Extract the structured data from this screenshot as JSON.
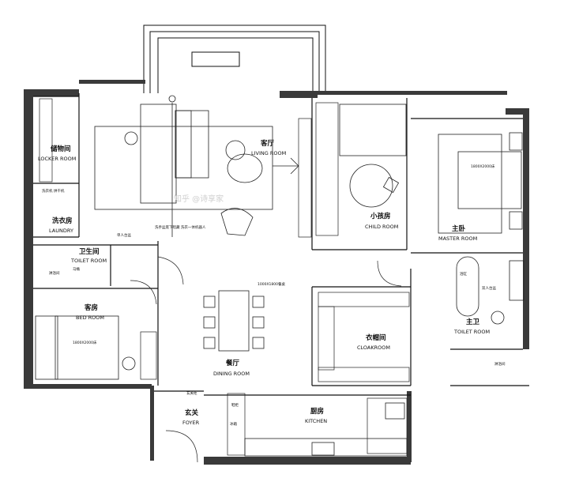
{
  "rooms": {
    "living": {
      "cn": "客厅",
      "en": "LIVING ROOM"
    },
    "locker": {
      "cn": "储物间",
      "en": "LOCKER ROOM"
    },
    "laundry": {
      "cn": "洗衣房",
      "en": "LAUNDRY"
    },
    "toilet": {
      "cn": "卫生间",
      "en": "TOILET ROOM"
    },
    "bed": {
      "cn": "客房",
      "en": "BED ROOM"
    },
    "dining": {
      "cn": "餐厅",
      "en": "DINING ROOM"
    },
    "foyer": {
      "cn": "玄关",
      "en": "FOYER"
    },
    "kitchen": {
      "cn": "厨房",
      "en": "KITCHEN"
    },
    "cloak": {
      "cn": "衣帽间",
      "en": "CLOAKROOM"
    },
    "child": {
      "cn": "小孩房",
      "en": "CHILD ROOM"
    },
    "master": {
      "cn": "主卧",
      "en": "MASTER ROOM"
    },
    "mtoilet": {
      "cn": "主卫",
      "en": "TOILET ROOM"
    }
  },
  "notes": {
    "washer_dryer": "洗衣机\n烘干机",
    "single_basin": "单人台盆",
    "basin_under": "洗手盆底下暗藏\n洗衣一体机器人",
    "shower": "淋浴间",
    "toilet_item": "马桶",
    "bed_guest": "1800X2000床",
    "bed_master": "1800X2000床",
    "dining_table": "1000X1800餐桌",
    "shoe_cabinet": "鞋柜",
    "cabinet": "玄关柜",
    "bathtub": "浴缸",
    "double_basin": "双人台盆",
    "mshower": "淋浴间",
    "fridge": "冰箱"
  },
  "watermark": "知乎 @诗享家"
}
